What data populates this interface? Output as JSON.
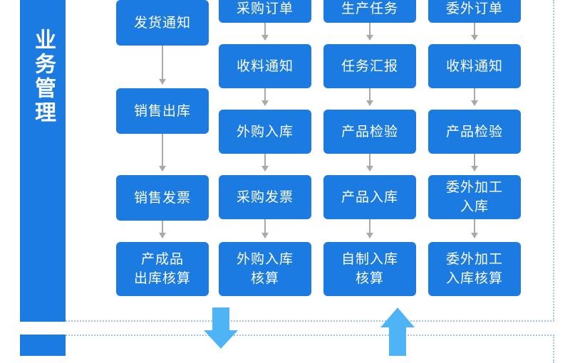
{
  "side_title": "业务管理",
  "columns": [
    {
      "boxes": [
        "发货通知",
        "销售出库",
        "销售发票",
        "产成品\n出库核算"
      ]
    },
    {
      "boxes": [
        "采购订单",
        "收料通知",
        "外购入库",
        "采购发票",
        "外购入库\n核算"
      ]
    },
    {
      "boxes": [
        "生产任务",
        "任务汇报",
        "产品检验",
        "产品入库",
        "自制入库\n核算"
      ]
    },
    {
      "boxes": [
        "委外订单",
        "收料通知",
        "产品检验",
        "委外加工\n入库",
        "委外加工\n入库核算"
      ]
    }
  ],
  "colors": {
    "box": "#1c7be0",
    "arrow_light": "#4fb4f5",
    "connector": "#a9a9a9"
  }
}
